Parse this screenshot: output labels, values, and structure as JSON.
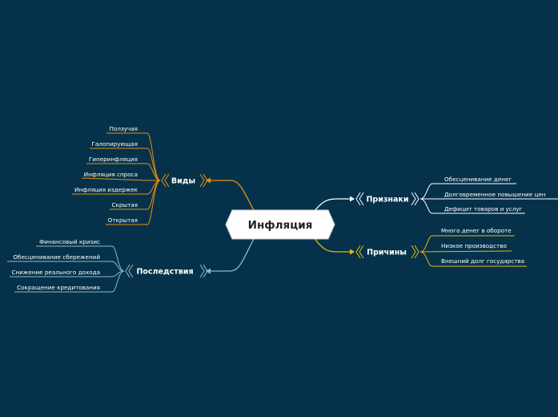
{
  "central": {
    "label": "Инфляция"
  },
  "colors": {
    "background": "#05324a",
    "vidy": "#e8900f",
    "priznaki": "#ffffff",
    "prichiny": "#e8b60f",
    "posledstviya": "#8fb9d0"
  },
  "branches": {
    "vidy": {
      "label": "Виды",
      "items": [
        "Ползучая",
        "Галопирующая",
        "Гиперинфляция",
        "Инфляция спроса",
        "Инфляция издержек",
        "Скрытая",
        "Открытая"
      ]
    },
    "priznaki": {
      "label": "Признаки",
      "items": [
        "Обесценивание денег",
        "Долговременное повышение цен",
        "Дефицит товаров и услуг"
      ]
    },
    "prichiny": {
      "label": "Причины",
      "items": [
        "Много денег в обороте",
        "Низкое производство",
        "Внешний долг государства"
      ]
    },
    "posledstviya": {
      "label": "Последствия",
      "items": [
        "Финансовый кризис",
        "Обесценивание сбережений",
        "Снижение реального дохода",
        "Сокращение кредитования"
      ]
    }
  }
}
